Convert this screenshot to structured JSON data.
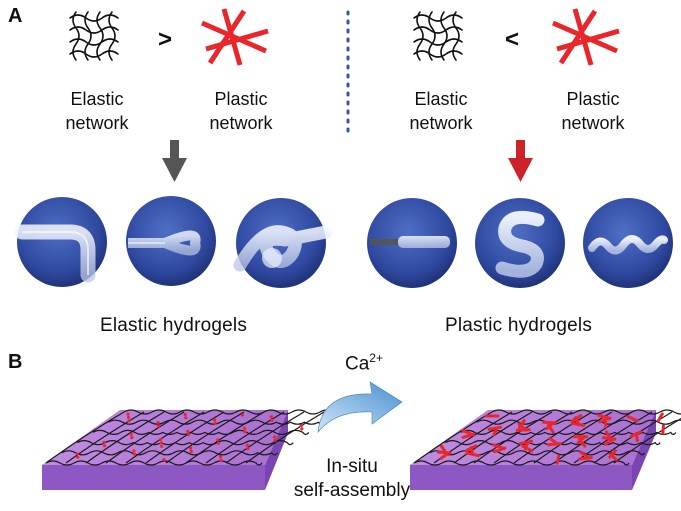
{
  "panel_a": {
    "letter": "A",
    "left": {
      "elastic_label_1": "Elastic",
      "elastic_label_2": "network",
      "comparator": ">",
      "plastic_label_1": "Plastic",
      "plastic_label_2": "network",
      "caption": "Elastic hydrogels",
      "arrow_color": "#555555"
    },
    "right": {
      "elastic_label_1": "Elastic",
      "elastic_label_2": "network",
      "comparator": "<",
      "plastic_label_1": "Plastic",
      "plastic_label_2": "network",
      "caption": "Plastic hydrogels",
      "arrow_color": "#cc2229"
    },
    "divider_color": "#3355aa"
  },
  "panel_b": {
    "letter": "B",
    "ion": "Ca",
    "ion_charge": "2+",
    "process_1": "In-situ",
    "process_2": "self-assembly"
  },
  "colors": {
    "plastic_red": "#e8262b",
    "photo_blue": "#2f49a0",
    "slab_top": "#b77fd8",
    "slab_side": "#8d57c4",
    "arrow_blue": "#5a9fd6"
  },
  "icons": {
    "elastic": "wavy-mesh-icon",
    "plastic": "crossed-lines-icon",
    "process_arrow": "curved-arrow-icon"
  }
}
